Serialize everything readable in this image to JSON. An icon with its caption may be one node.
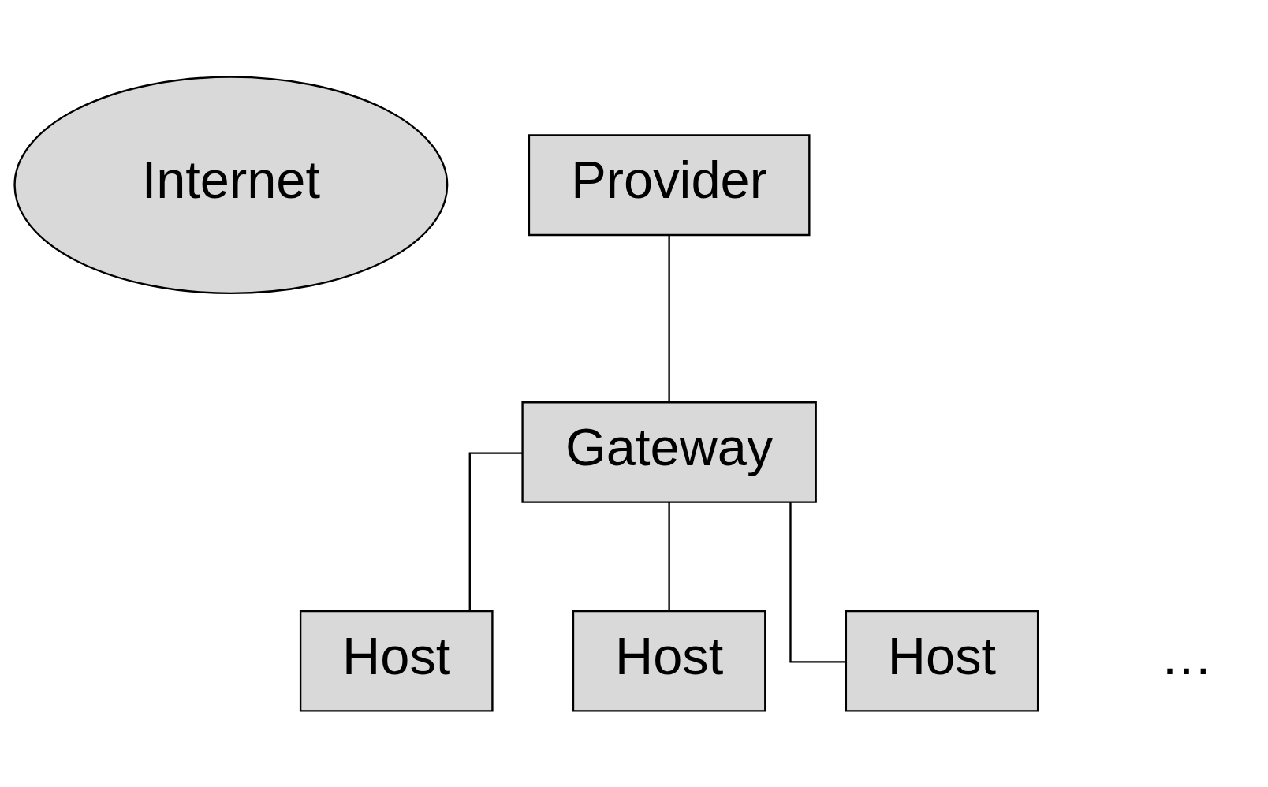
{
  "diagram": {
    "nodes": [
      {
        "text": [
          "Internet"
        ]
      },
      {
        "text": [
          "Provider"
        ]
      },
      {
        "text": [
          "Gateway"
        ]
      },
      {
        "text": [
          "Host"
        ]
      },
      {
        "text": [
          "Host"
        ]
      },
      {
        "text": [
          "Host"
        ]
      }
    ],
    "edges": [
      {
        "from": 1,
        "to": 2,
        "arrow": "none"
      },
      {
        "from": 2,
        "to": 3,
        "arrow": "none"
      },
      {
        "from": 2,
        "to": 4,
        "arrow": "none"
      },
      {
        "from": 2,
        "to": 5,
        "arrow": "none"
      }
    ],
    "labels": [
      "…"
    ]
  }
}
